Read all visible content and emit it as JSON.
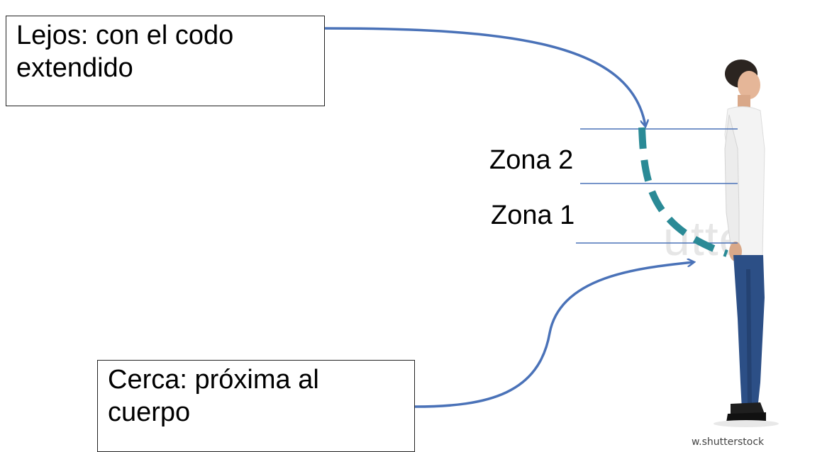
{
  "labels": {
    "far": "Lejos: con el codo extendido",
    "near": "Cerca: próxima al cuerpo",
    "zone2": "Zona 2",
    "zone1": "Zona 1"
  },
  "watermark": {
    "logo": "utte",
    "url": "w.shutterstock"
  },
  "colors": {
    "arrow": "#4a72b8",
    "reach_arc": "#2a8a96",
    "zone_line": "#4a72b8",
    "box_border": "#222222"
  }
}
